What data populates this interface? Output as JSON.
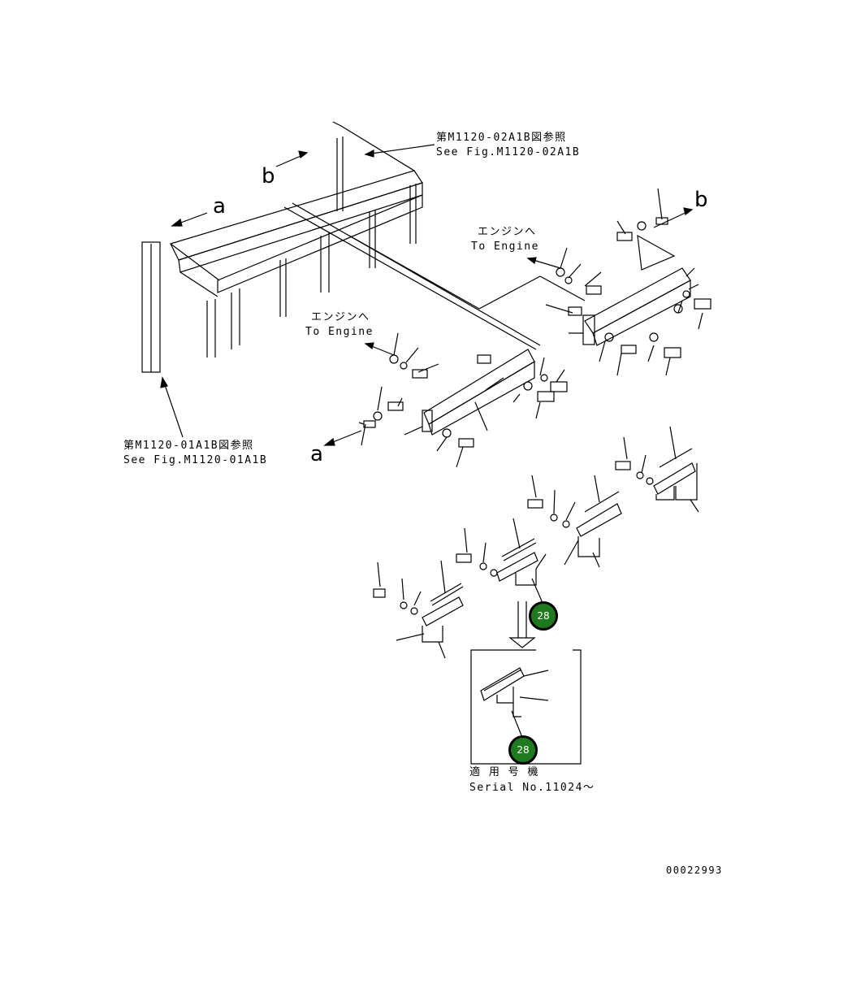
{
  "refs": {
    "top_jp": "第M1120-02A1B図参照",
    "top_en": "See Fig.M1120-02A1B",
    "left_jp": "第M1120-01A1B図参照",
    "left_en": "See Fig.M1120-01A1B"
  },
  "engine_labels": [
    {
      "jp": "エンジンへ",
      "en": "To Engine"
    },
    {
      "jp": "エンジンへ",
      "en": "To Engine"
    }
  ],
  "view_letters": {
    "a1": "a",
    "b1": "b",
    "a2": "a",
    "b2": "b"
  },
  "serial": {
    "jp": "適 用 号 機",
    "en": "Serial No.11024～"
  },
  "callouts": {
    "main": "28",
    "inset": "28"
  },
  "drawing_id": "00022993"
}
